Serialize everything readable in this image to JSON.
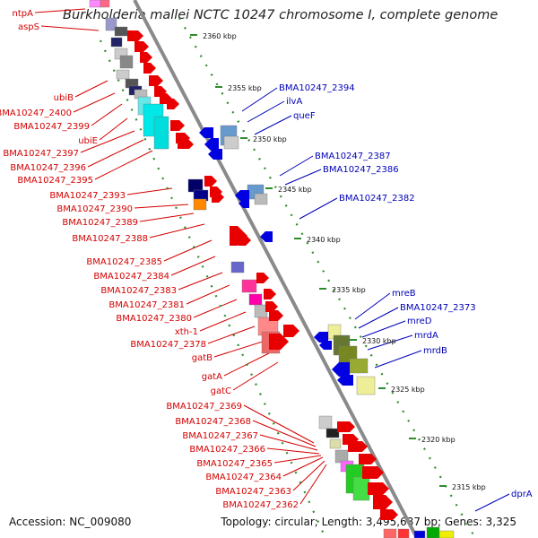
{
  "title": "Burkholderia mallei NCTC 10247 chromosome I, complete genome",
  "accession": "Accession: NC_009080",
  "topology": "Topology: circular; Length: 3,495,687 bp; Genes: 3,325",
  "colors": {
    "left_label": "#d40000",
    "right_label": "#0000b8",
    "backbone": "#8a8a8a",
    "tick": "#2e8b2e",
    "forward_arrow": "#e80000",
    "reverse_arrow": "#0000e0"
  },
  "kbp_ticks": [
    "2360 kbp",
    "2355 kbp",
    "2350 kbp",
    "2345 kbp",
    "2340 kbp",
    "2335 kbp",
    "2330 kbp",
    "2325 kbp",
    "2320 kbp",
    "2315 kbp"
  ],
  "left_labels": [
    "ntpA",
    "aspS",
    "ubiB",
    "BMA10247_2400",
    "BMA10247_2399",
    "ubiE",
    "BMA10247_2397",
    "BMA10247_2396",
    "BMA10247_2395",
    "BMA10247_2393",
    "BMA10247_2390",
    "BMA10247_2389",
    "BMA10247_2388",
    "BMA10247_2385",
    "BMA10247_2384",
    "BMA10247_2383",
    "BMA10247_2381",
    "BMA10247_2380",
    "xth-1",
    "BMA10247_2378",
    "gatB",
    "gatA",
    "gatC",
    "BMA10247_2369",
    "BMA10247_2368",
    "BMA10247_2367",
    "BMA10247_2366",
    "BMA10247_2365",
    "BMA10247_2364",
    "BMA10247_2363",
    "BMA10247_2362"
  ],
  "right_labels": [
    "BMA10247_2394",
    "ilvA",
    "queF",
    "BMA10247_2387",
    "BMA10247_2386",
    "BMA10247_2382",
    "mreB",
    "BMA10247_2373",
    "mreD",
    "mrdA",
    "mrdB",
    "dprA"
  ]
}
